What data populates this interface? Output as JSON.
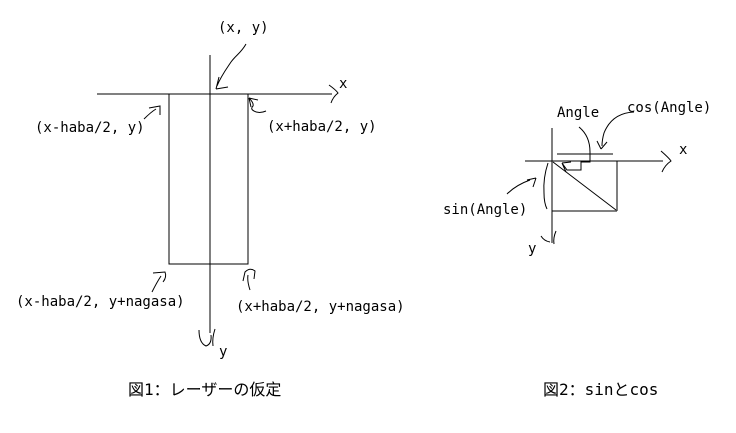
{
  "figure1": {
    "caption": "図1：レーザーの仮定",
    "labels": {
      "origin": "(x, y)",
      "top_left": "(x-haba/2, y)",
      "top_right": "(x+haba/2, y)",
      "bottom_left": "(x-haba/2, y+nagasa)",
      "bottom_right": "(x+haba/2, y+nagasa)",
      "x_axis": "x",
      "y_axis": "y"
    }
  },
  "figure2": {
    "caption": "図2：sinとcos",
    "labels": {
      "angle": "Angle",
      "cos": "cos(Angle)",
      "sin": "sin(Angle)",
      "x_axis": "x",
      "y_axis": "y"
    }
  },
  "colors": {
    "stroke": "#000000",
    "background": "#ffffff"
  }
}
